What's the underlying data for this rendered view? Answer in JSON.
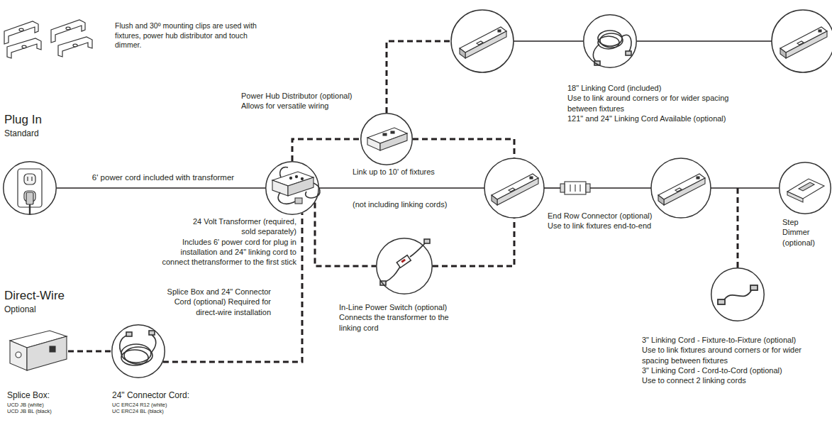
{
  "diagram": {
    "nodes": [
      {
        "text": [
          "Plug In",
          "Standard"
        ]
      },
      {
        "text": [
          "24 Volt Transformer (required, sold separately)",
          "Includes 6' power cord for plug in installation and 24\" linking cord to connect thetransformer to the first stick"
        ]
      },
      {
        "text": [
          "Power Hub Distributor (optional)",
          "Allows for versatile wiring"
        ]
      },
      {
        "text": [
          "18\" Linking Cord (included)",
          "Use to link around corners or for wider spacing between fixtures",
          "121\" and 24\" Linking Cord Available (optional)"
        ]
      },
      {
        "text": [
          "End Row Connector (optional)",
          "Use to link fixtures end-to-end"
        ]
      },
      {
        "text": [
          "Step Dimmer (optional)"
        ]
      },
      {
        "text": [
          "3\" Linking Cord - Fixture-to-Fixture (optional)",
          "Use to link fixtures around corners or for wider spacing between fixtures",
          "3\" Linking Cord - Cord-to-Cord (optional)",
          "Use to connect 2 linking cords"
        ]
      },
      {
        "text": [
          "In-Line Power Switch (optional)",
          "Connects the transformer to the linking cord"
        ]
      },
      {
        "text": [
          "Direct-Wire",
          "Optional",
          "Splice Box:",
          "UCD JB (white)",
          "UCD JB BL (black)"
        ]
      },
      {
        "text": [
          "24\" Connector Cord:",
          "UC ERC24 R12 (white)",
          "UC ERC24 BL (black)"
        ]
      }
    ],
    "edges": [
      {
        "from": 0,
        "to": 1,
        "arrow": "none",
        "label": "6' power cord included with transformer"
      },
      {
        "from": 1,
        "to": 2,
        "arrow": "none"
      },
      {
        "from": 1,
        "to": 7,
        "arrow": "none"
      },
      {
        "from": 8,
        "to": 9,
        "arrow": "none"
      },
      {
        "from": 9,
        "to": 1,
        "arrow": "none"
      }
    ],
    "labels": [
      "Flush and 30º mounting clips are used with fixtures, power hub distributor and touch dimmer.",
      "Link up to 10' of fixtures",
      "(not including linking cords)",
      "Splice Box and 24\" Connector Cord (optional) Required for direct-wire installation"
    ]
  }
}
